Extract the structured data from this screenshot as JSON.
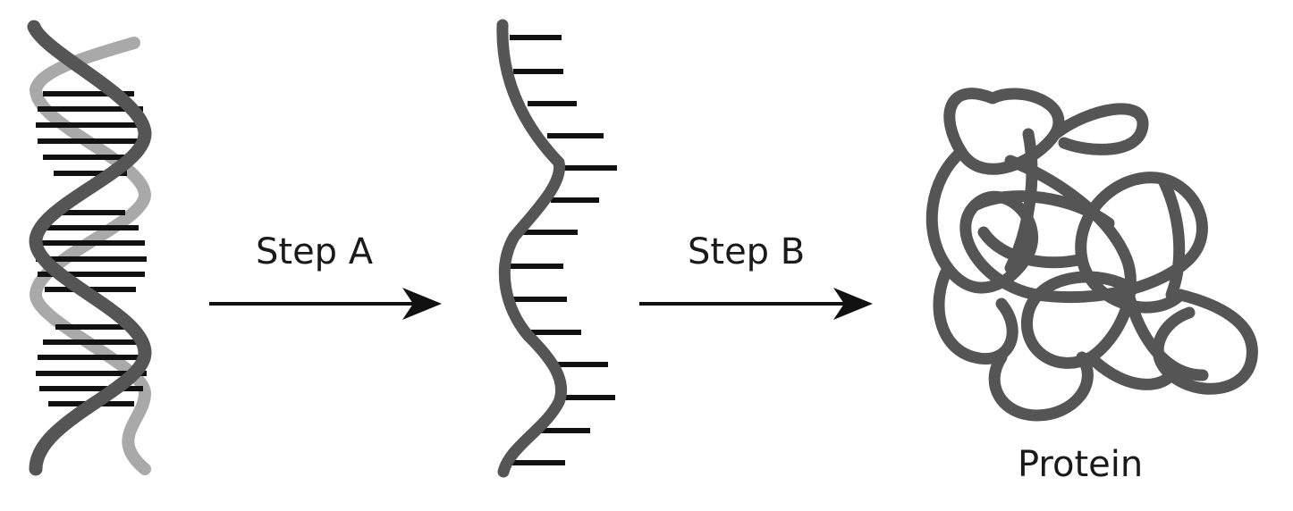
{
  "labels": {
    "step_a": "Step A",
    "step_b": "Step B",
    "protein": "Protein"
  },
  "colors": {
    "strand_dark": "#555555",
    "strand_light": "#a9a9a9",
    "base_pair": "#111111",
    "arrow": "#111111",
    "protein": "#555555"
  }
}
